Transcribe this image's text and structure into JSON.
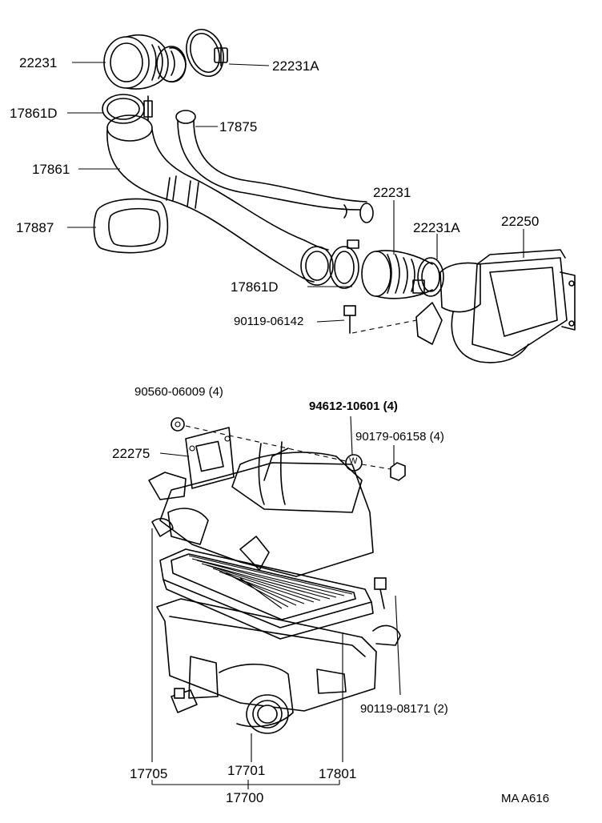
{
  "diagram": {
    "labels": {
      "l_22231_top": "22231",
      "l_22231a_top": "22231A",
      "l_17861d_top": "17861D",
      "l_17875": "17875",
      "l_17861": "17861",
      "l_17887": "17887",
      "l_22231_mid": "22231",
      "l_22231a_mid": "22231A",
      "l_22250": "22250",
      "l_17861d_mid": "17861D",
      "l_90119_06142": "90119-06142",
      "l_90560_06009": "90560-06009 (4)",
      "l_94612_10601": "94612-10601 (4)",
      "l_90179_06158": "90179-06158 (4)",
      "l_22275": "22275",
      "l_90119_08171": "90119-08171 (2)",
      "l_17705": "17705",
      "l_17701": "17701",
      "l_17801": "17801",
      "l_17700": "17700",
      "l_code": "MA A616"
    },
    "washer_mark": "W"
  }
}
